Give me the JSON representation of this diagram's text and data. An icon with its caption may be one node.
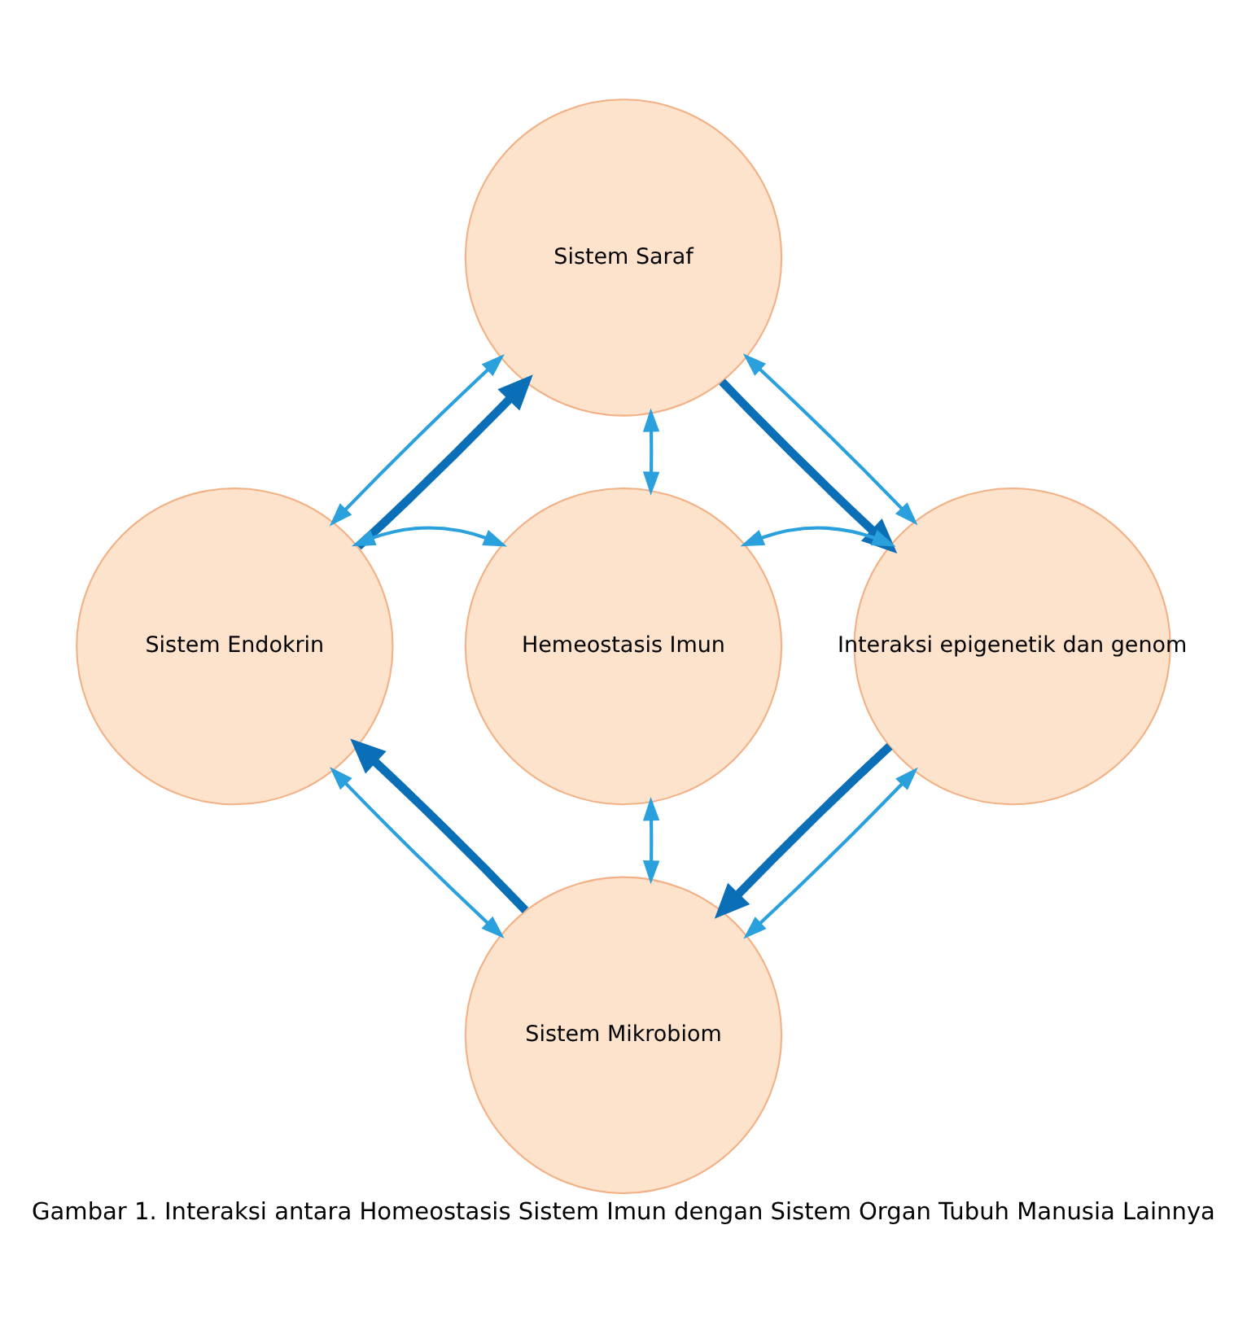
{
  "diagram": {
    "caption": "Gambar 1. Interaksi antara Homeostasis Sistem Imun dengan Sistem Organ Tubuh Manusia Lainnya",
    "nodes": [
      {
        "text": [
          "Sistem Saraf"
        ]
      },
      {
        "text": [
          "Sistem Endokrin"
        ]
      },
      {
        "text": [
          "Hemeostasis Imun"
        ]
      },
      {
        "text": [
          "Interaksi epigenetik dan genom"
        ]
      },
      {
        "text": [
          "Sistem Mikrobiom"
        ]
      }
    ],
    "edges": [
      {
        "from": 1,
        "to": 0,
        "arrow": "to",
        "style": "thick",
        "color": "#0b6fb8"
      },
      {
        "from": 0,
        "to": 3,
        "arrow": "to",
        "style": "thick",
        "color": "#0b6fb8"
      },
      {
        "from": 3,
        "to": 4,
        "arrow": "to",
        "style": "thick",
        "color": "#0b6fb8"
      },
      {
        "from": 4,
        "to": 1,
        "arrow": "to",
        "style": "thick",
        "color": "#0b6fb8"
      },
      {
        "from": 2,
        "to": 0,
        "arrow": "both"
      },
      {
        "from": 2,
        "to": 1,
        "arrow": "both"
      },
      {
        "from": 2,
        "to": 3,
        "arrow": "both"
      },
      {
        "from": 2,
        "to": 4,
        "arrow": "both"
      },
      {
        "from": 0,
        "to": 1,
        "arrow": "both"
      },
      {
        "from": 0,
        "to": 3,
        "arrow": "both"
      },
      {
        "from": 1,
        "to": 4,
        "arrow": "both"
      },
      {
        "from": 3,
        "to": 4,
        "arrow": "both"
      }
    ]
  }
}
